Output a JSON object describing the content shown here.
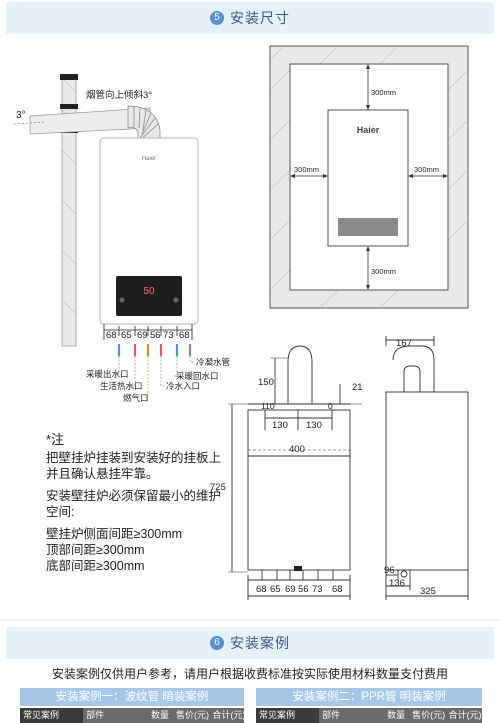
{
  "section5": {
    "number": "5",
    "title": "安装尺寸"
  },
  "section6": {
    "number": "6",
    "title": "安装案例"
  },
  "left_diagram": {
    "angle_note": "烟管向上倾斜3°",
    "angle_side": "3°",
    "brand": "Haier",
    "display_digits": "50",
    "pipe_dims": [
      "68",
      "65",
      "69",
      "56",
      "73",
      "68"
    ],
    "pipe_labels": {
      "heating_out": "采暖出水口",
      "hot_water": "生活热水口",
      "gas": "燃气口",
      "cold_in": "冷水入口",
      "heating_return": "采暖回水口",
      "condensate": "冷凝水管"
    }
  },
  "clearance_diagram": {
    "brand": "Haier",
    "top": "300mm",
    "left": "300mm",
    "right": "300mm",
    "bottom": "300mm"
  },
  "front_dims": {
    "d150": "150",
    "d21": "21",
    "d110": "110",
    "d0": "0",
    "d130a": "130",
    "d130b": "130",
    "d400": "400",
    "d725": "725",
    "bottom": [
      "68",
      "65",
      "69",
      "56",
      "73",
      "68"
    ]
  },
  "side_dims": {
    "d167": "167",
    "d96": "96",
    "d136": "136",
    "d325": "325"
  },
  "notes": {
    "star": "*注",
    "p1": "把壁挂炉挂装到安装好的挂板上并且确认悬挂牢靠。",
    "p2": "安装壁挂炉必须保留最小的维护空间:",
    "lines": [
      "壁挂炉侧面间距≥300mm",
      "顶部间距≥300mm",
      "底部间距≥300mm"
    ]
  },
  "disclaimer": "安装案例仅供用户参考，请用户根据收费标准按实际使用材料数量支付费用",
  "case1": {
    "title": "安装案例一：波纹管 暗装案例",
    "cols": [
      "常见案例",
      "部件",
      "数量",
      "售价(元)",
      "合计(元)"
    ]
  },
  "case2": {
    "title": "安装案例二：PPR管 明装案例",
    "cols": [
      "常见案例",
      "部件",
      "数量",
      "售价(元)",
      "合计(元)"
    ]
  },
  "colors": {
    "accent": "#5a8fd0",
    "section_bg": "#e7f1fa",
    "case_bar": "#a6c7e7",
    "table_header": "#3b3b3b"
  }
}
